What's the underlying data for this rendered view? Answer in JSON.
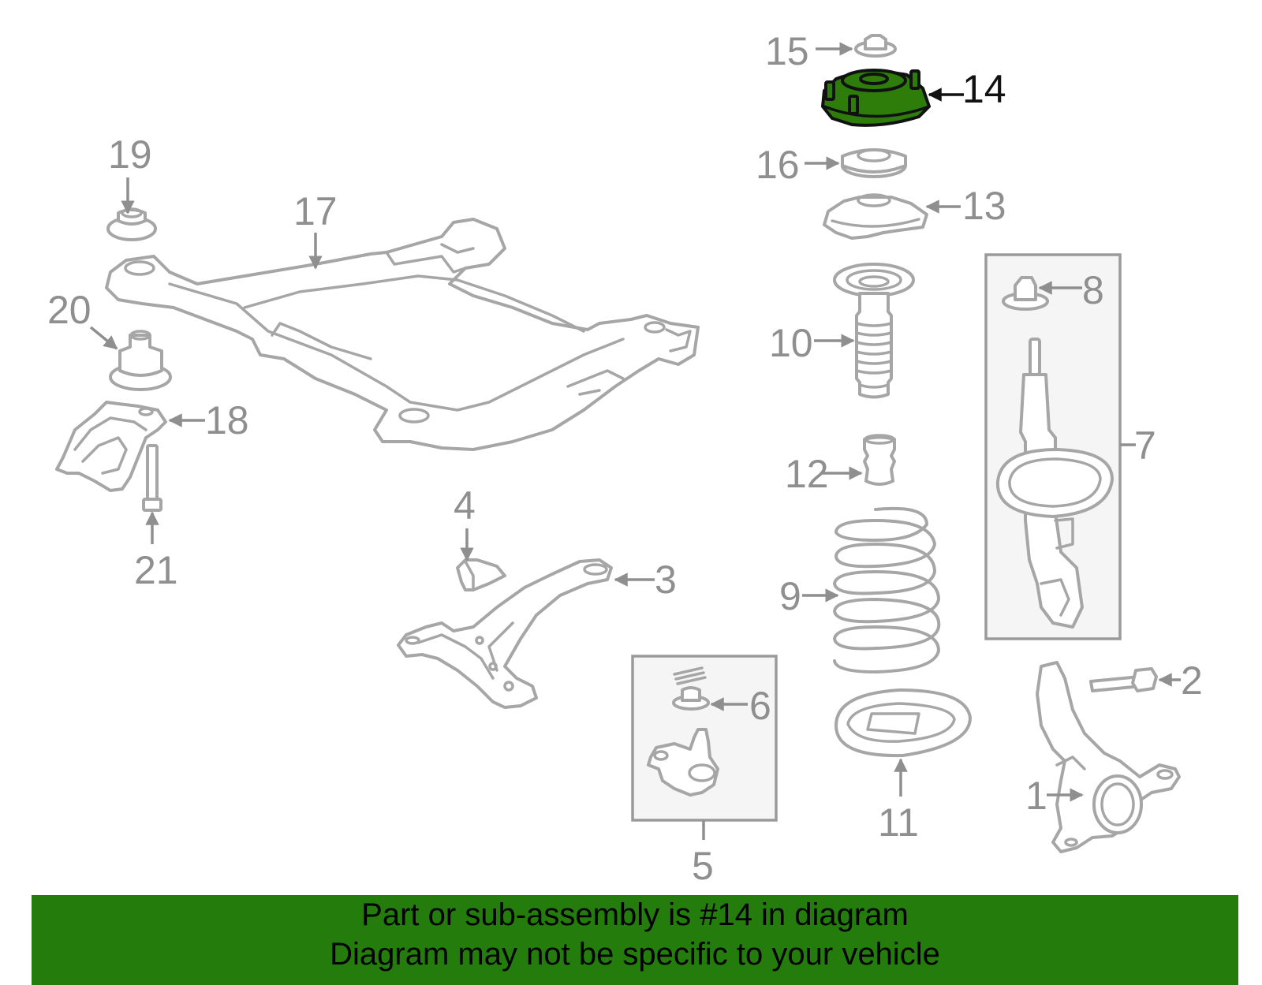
{
  "diagram": {
    "highlighted_part": "14",
    "highlight_color": "#2e7d0a",
    "line_color": "#a6a6a6",
    "callouts": {
      "c1": "1",
      "c2": "2",
      "c3": "3",
      "c4": "4",
      "c5": "5",
      "c6": "6",
      "c7": "7",
      "c8": "8",
      "c9": "9",
      "c10": "10",
      "c11": "11",
      "c12": "12",
      "c13": "13",
      "c14": "14",
      "c15": "15",
      "c16": "16",
      "c17": "17",
      "c18": "18",
      "c19": "19",
      "c20": "20",
      "c21": "21"
    }
  },
  "banner": {
    "background": "#237c0c",
    "line1": "Part or sub-assembly is #14 in diagram",
    "line2": "Diagram may not be specific to your vehicle"
  }
}
